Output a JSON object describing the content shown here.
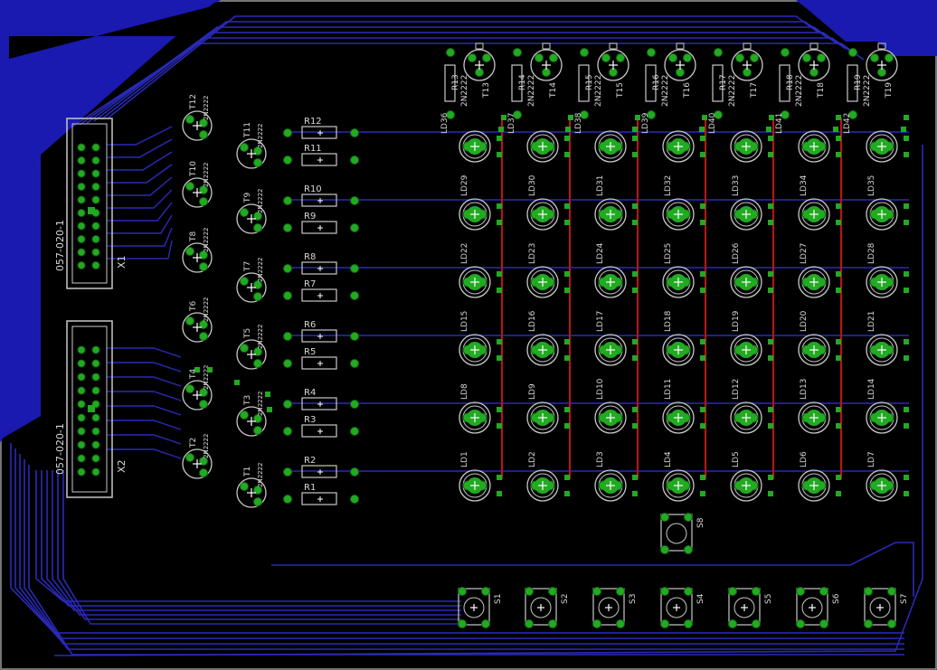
{
  "board": {
    "background": "#000000",
    "copper_color": "#1a1ab0",
    "trace_color": "#2a2ab8",
    "top_trace_color": "#b01818",
    "pad_color": "#22aa22",
    "silkscreen_color": "#d8d8d8"
  },
  "connectors": [
    {
      "name": "X1",
      "part": "057-020-1"
    },
    {
      "name": "X2",
      "part": "057-020-1"
    }
  ],
  "column_transistors": [
    {
      "name": "T13",
      "part": "2N2222"
    },
    {
      "name": "T14",
      "part": "2N2222"
    },
    {
      "name": "T15",
      "part": "2N2222"
    },
    {
      "name": "T16",
      "part": "2N2222"
    },
    {
      "name": "T17",
      "part": "2N2222"
    },
    {
      "name": "T18",
      "part": "2N2222"
    },
    {
      "name": "T19",
      "part": "2N2222"
    }
  ],
  "column_resistors": [
    "R13",
    "R14",
    "R15",
    "R16",
    "R17",
    "R18",
    "R19"
  ],
  "column_leds": [
    "LD36",
    "LD37",
    "LD38",
    "LD39",
    "LD40",
    "LD41",
    "LD42"
  ],
  "left_transistors": [
    {
      "name": "T12",
      "part": "2N2222"
    },
    {
      "name": "T11",
      "part": "2N2222"
    },
    {
      "name": "T10",
      "part": "2N2222"
    },
    {
      "name": "T9",
      "part": "2N2222"
    },
    {
      "name": "T8",
      "part": "2N2222"
    },
    {
      "name": "T7",
      "part": "2N2222"
    },
    {
      "name": "T6",
      "part": "2N2222"
    },
    {
      "name": "T5",
      "part": "2N2222"
    },
    {
      "name": "T4",
      "part": "2N2222"
    },
    {
      "name": "T3",
      "part": "2N2222"
    },
    {
      "name": "T2",
      "part": "2N2222"
    },
    {
      "name": "T1",
      "part": "2N2222"
    }
  ],
  "row_resistors": [
    "R12",
    "R11",
    "R10",
    "R9",
    "R8",
    "R7",
    "R6",
    "R5",
    "R4",
    "R3",
    "R2",
    "R1"
  ],
  "led_matrix": [
    [
      "LD29",
      "LD30",
      "LD31",
      "LD32",
      "LD33",
      "LD34",
      "LD35"
    ],
    [
      "LD22",
      "LD23",
      "LD24",
      "LD25",
      "LD26",
      "LD27",
      "LD28"
    ],
    [
      "LD15",
      "LD16",
      "LD17",
      "LD18",
      "LD19",
      "LD20",
      "LD21"
    ],
    [
      "LD8",
      "LD9",
      "LD10",
      "LD11",
      "LD12",
      "LD13",
      "LD14"
    ],
    [
      "LD1",
      "LD2",
      "LD3",
      "LD4",
      "LD5",
      "LD6",
      "LD7"
    ]
  ],
  "switches": [
    "S1",
    "S2",
    "S3",
    "S4",
    "S5",
    "S6",
    "S7"
  ],
  "extra_switch": "S8"
}
